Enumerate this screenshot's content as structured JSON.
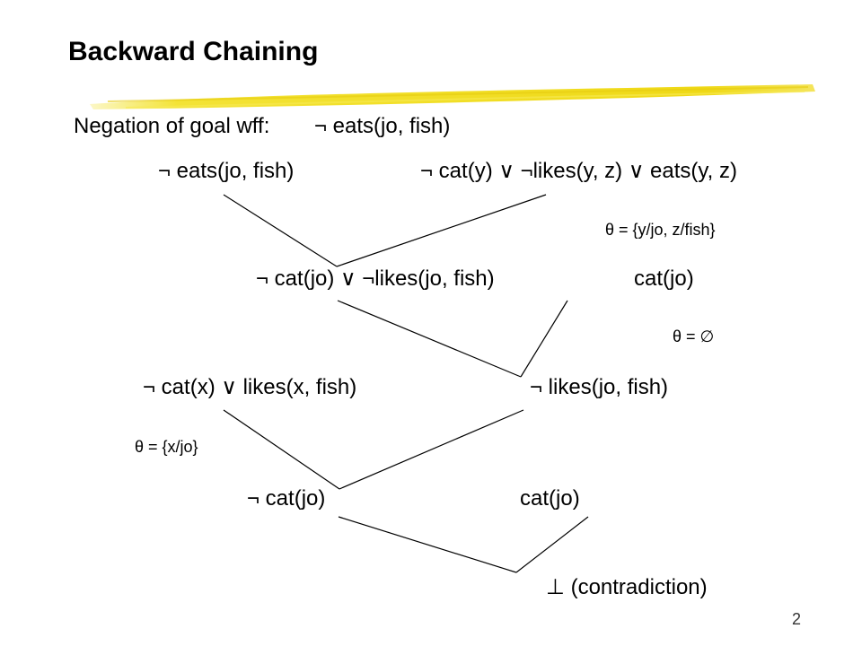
{
  "slide": {
    "title": "Backward Chaining",
    "page_number": "2",
    "accent_color": "#f2e020"
  },
  "negation": {
    "label": "Negation of goal wff:",
    "formula": "¬ eats(jo, fish)"
  },
  "nodes": {
    "goal": "¬ eats(jo, fish)",
    "rule": "¬ cat(y) ∨ ¬likes(y, z) ∨ eats(y, z)",
    "resolvent1": "¬ cat(jo) ∨ ¬likes(jo, fish)",
    "fact_cat1": "cat(jo)",
    "resolvent2": "¬ likes(jo, fish)",
    "rule2": "¬ cat(x) ∨ likes(x, fish)",
    "resolvent3": "¬ cat(jo)",
    "fact_cat2": "cat(jo)",
    "contradiction": "⊥ (contradiction)"
  },
  "substitutions": {
    "theta1": "θ = {y/jo, z/fish}",
    "theta2": "θ = ∅",
    "theta3": "θ = {x/jo}"
  }
}
